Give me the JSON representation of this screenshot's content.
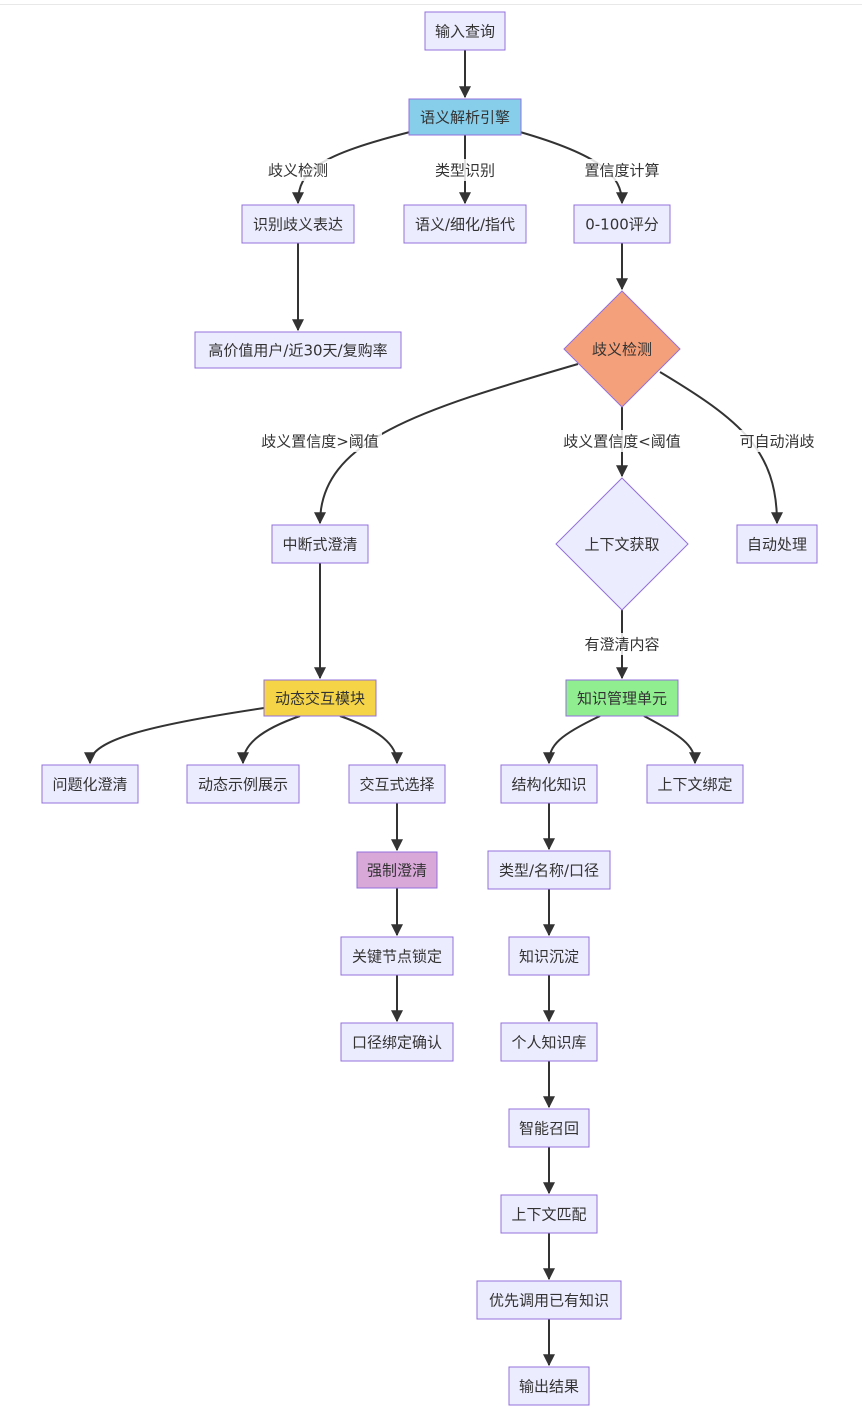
{
  "colors": {
    "default_fill": "#ECECFF",
    "default_stroke": "#9370DB",
    "parse_fill": "#87CEEB",
    "detect_fill": "#F4A07A",
    "dynamic_fill": "#F5D547",
    "knowledge_fill": "#90EE90",
    "forced_fill": "#D8A8D8",
    "edge": "#333333"
  },
  "nodes": {
    "input": "输入查询",
    "parse": "语义解析引擎",
    "identify": "识别歧义表达",
    "semantic": "语义/细化/指代",
    "score": "0-100评分",
    "example": "高价值用户/近30天/复购率",
    "detect": "歧义检测",
    "interrupt": "中断式澄清",
    "context": "上下文获取",
    "auto": "自动处理",
    "dynamic": "动态交互模块",
    "knowledge": "知识管理单元",
    "question": "问题化澄清",
    "demo": "动态示例展示",
    "interactive": "交互式选择",
    "structured": "结构化知识",
    "bind": "上下文绑定",
    "forced": "强制澄清",
    "typename": "类型/名称/口径",
    "keylock": "关键节点锁定",
    "deposit": "知识沉淀",
    "caliber": "口径绑定确认",
    "personal": "个人知识库",
    "recall": "智能召回",
    "match": "上下文匹配",
    "priority": "优先调用已有知识",
    "output": "输出结果"
  },
  "edge_labels": {
    "ambiguity": "歧义检测",
    "type": "类型识别",
    "confidence": "置信度计算",
    "high": "歧义置信度>阈值",
    "low": "歧义置信度<阈值",
    "autoresolve": "可自动消歧",
    "hascontent": "有澄清内容"
  }
}
